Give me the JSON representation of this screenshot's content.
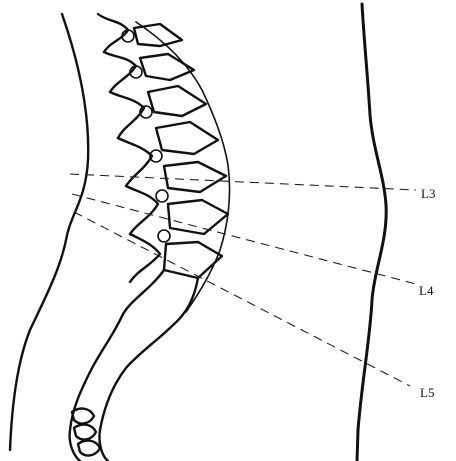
{
  "labels": {
    "l3": "L3",
    "l4": "L4",
    "l5": "L5"
  },
  "colors": {
    "ink": "#111111",
    "background": "#ffffff"
  }
}
